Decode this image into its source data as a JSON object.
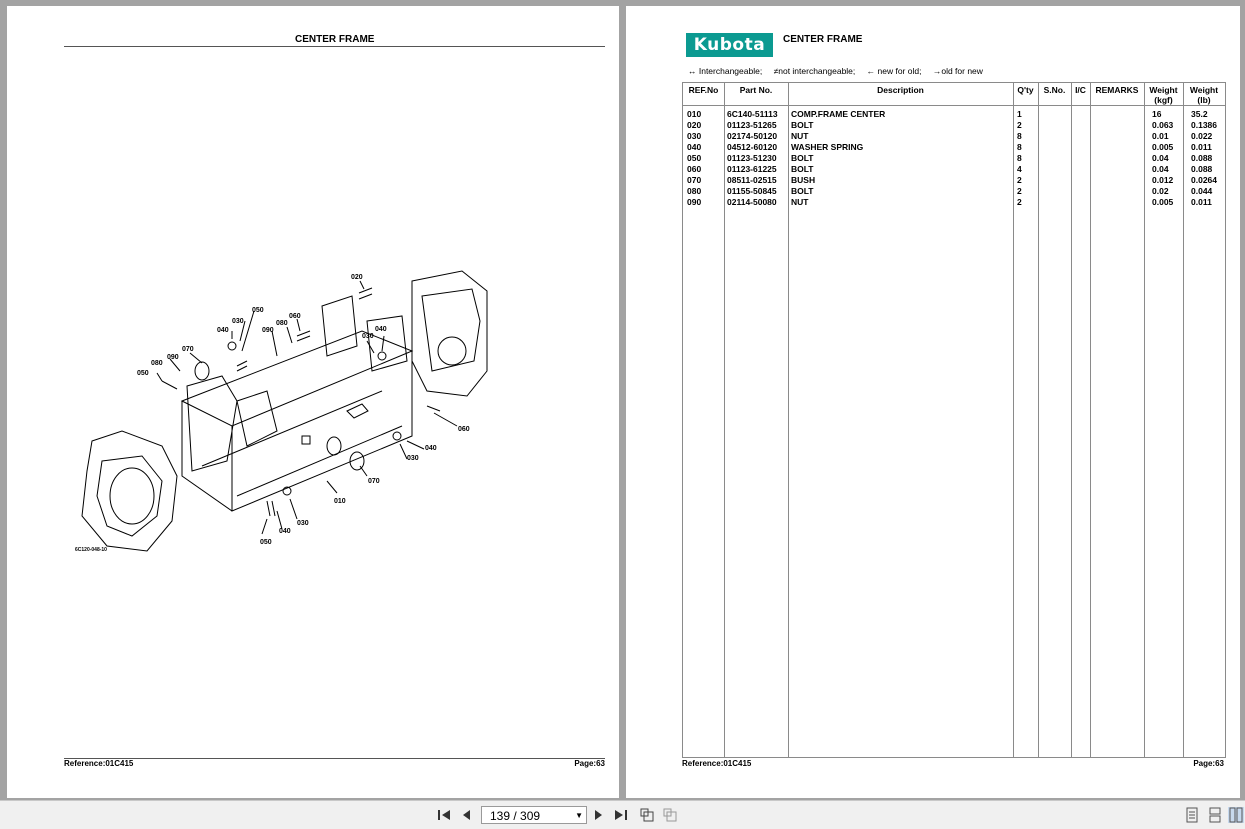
{
  "left_page": {
    "title": "CENTER FRAME",
    "reference": "Reference:01C415",
    "page": "Page:63",
    "diagram_code": "6C120-048-10",
    "callouts": [
      "020",
      "050",
      "060",
      "030",
      "040",
      "080",
      "090",
      "070",
      "080",
      "090",
      "050",
      "040",
      "030",
      "060",
      "040",
      "030",
      "070",
      "010",
      "030",
      "040",
      "050"
    ]
  },
  "right_page": {
    "logo_text": "Kubota",
    "title": "CENTER FRAME",
    "legend": [
      "↔ Interchangeable;",
      "≠not interchangeable;",
      "← new for old;",
      "→old for new"
    ],
    "headers": {
      "ref": "REF.No",
      "part": "Part No.",
      "desc": "Description",
      "qty": "Q'ty",
      "sno": "S.No.",
      "ic": "I/C",
      "remarks": "REMARKS",
      "wkgf": "Weight (kgf)",
      "wlb": "Weight (lb)"
    },
    "rows": [
      {
        "ref": "010",
        "part": "6C140-51113",
        "desc": "COMP.FRAME CENTER",
        "qty": "1",
        "wkgf": "16",
        "wlb": "35.2"
      },
      {
        "ref": "020",
        "part": "01123-51265",
        "desc": "BOLT",
        "qty": "2",
        "wkgf": "0.063",
        "wlb": "0.1386"
      },
      {
        "ref": "030",
        "part": "02174-50120",
        "desc": "NUT",
        "qty": "8",
        "wkgf": "0.01",
        "wlb": "0.022"
      },
      {
        "ref": "040",
        "part": "04512-60120",
        "desc": "WASHER SPRING",
        "qty": "8",
        "wkgf": "0.005",
        "wlb": "0.011"
      },
      {
        "ref": "050",
        "part": "01123-51230",
        "desc": "BOLT",
        "qty": "8",
        "wkgf": "0.04",
        "wlb": "0.088"
      },
      {
        "ref": "060",
        "part": "01123-61225",
        "desc": "BOLT",
        "qty": "4",
        "wkgf": "0.04",
        "wlb": "0.088"
      },
      {
        "ref": "070",
        "part": "08511-02515",
        "desc": "BUSH",
        "qty": "2",
        "wkgf": "0.012",
        "wlb": "0.0264"
      },
      {
        "ref": "080",
        "part": "01155-50845",
        "desc": "BOLT",
        "qty": "2",
        "wkgf": "0.02",
        "wlb": "0.044"
      },
      {
        "ref": "090",
        "part": "02114-50080",
        "desc": "NUT",
        "qty": "2",
        "wkgf": "0.005",
        "wlb": "0.011"
      }
    ],
    "reference": "Reference:01C415",
    "page": "Page:63"
  },
  "toolbar": {
    "page_indicator": "139 / 309",
    "icons": [
      "first-page-icon",
      "prev-page-icon",
      "next-page-icon",
      "last-page-icon",
      "rotate-icon",
      "copy-icon",
      "single-page-view-icon",
      "continuous-view-icon",
      "two-page-view-icon"
    ]
  }
}
